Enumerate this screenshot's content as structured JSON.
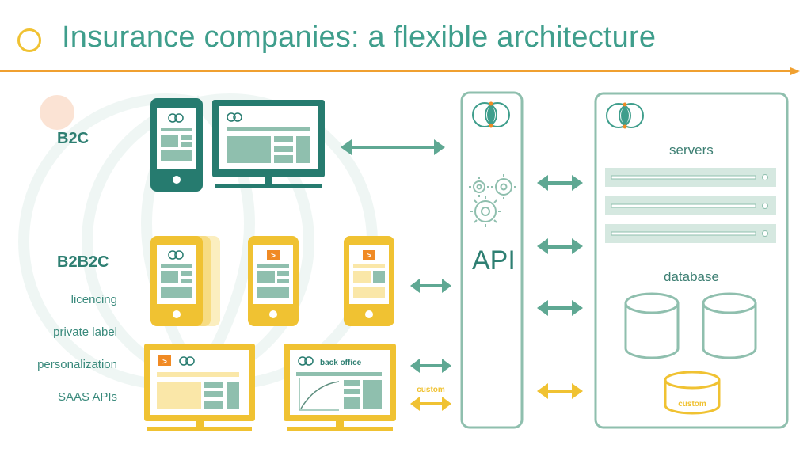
{
  "slide": {
    "title": "Insurance companies: a flexible architecture"
  },
  "segments": {
    "b2c": "B2C",
    "b2b2c": "B2B2C"
  },
  "b2b2c_items": [
    "licencing",
    "private label",
    "personalization",
    "SAAS APIs"
  ],
  "api": {
    "label": "API"
  },
  "backend": {
    "servers_label": "servers",
    "database_label": "database",
    "custom_db_label": "custom"
  },
  "back_office": {
    "label": "back office"
  },
  "custom_link_label": "custom",
  "icons": {
    "cursor": ">",
    "gears": "gears-icon",
    "logo": "leaf-logo-icon"
  },
  "colors": {
    "teal": "#3f9e8c",
    "dark_teal": "#267b6f",
    "light_teal": "#8fbfae",
    "yellow": "#f0c232",
    "light_yellow": "#fae7a8",
    "orange": "#f08a24"
  }
}
